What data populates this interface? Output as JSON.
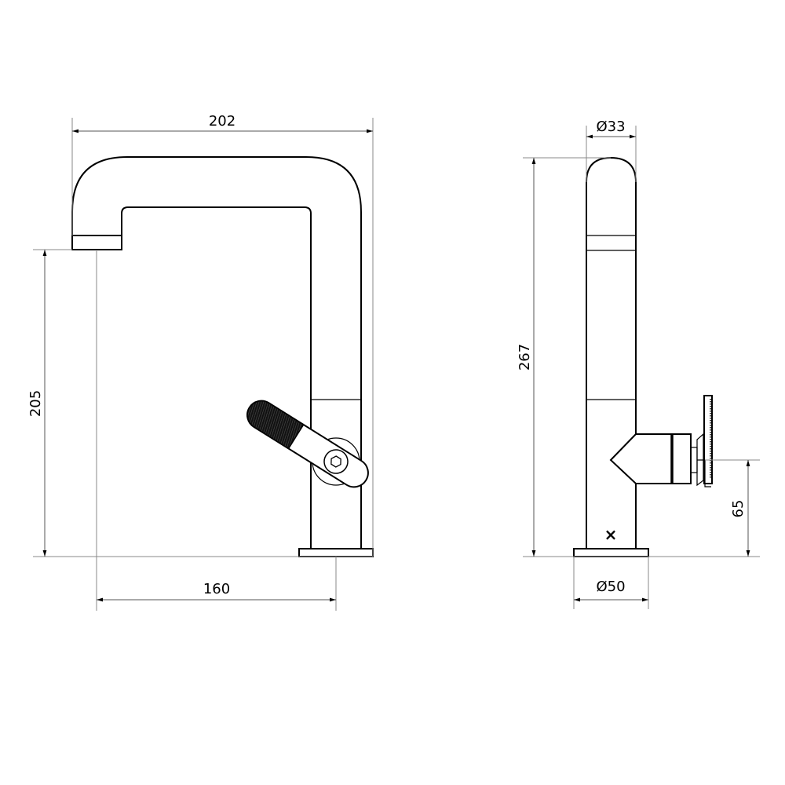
{
  "drawing": {
    "subject": "single-lever basin mixer faucet",
    "views": [
      "front-view",
      "side-view"
    ],
    "line_color": "#000000",
    "dimension_line_color": "#555555",
    "background": "#ffffff"
  },
  "front_view": {
    "dimensions": {
      "overall_width": "202",
      "spout_height": "205",
      "spout_reach": "160"
    }
  },
  "side_view": {
    "dimensions": {
      "body_diameter": "Ø33",
      "overall_height": "267",
      "lever_height": "65",
      "base_diameter": "Ø50"
    },
    "marker": "×"
  }
}
